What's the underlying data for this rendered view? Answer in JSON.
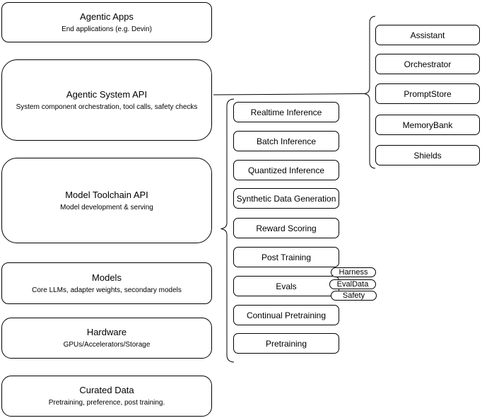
{
  "left_stack": [
    {
      "title": "Agentic Apps",
      "subtitle": "End applications (e.g. Devin)"
    },
    {
      "title": "Agentic System API",
      "subtitle": "System component orchestration, tool calls, safety checks"
    },
    {
      "title": "Model Toolchain API",
      "subtitle": "Model development & serving"
    },
    {
      "title": "Models",
      "subtitle": "Core LLMs, adapter weights, secondary models"
    },
    {
      "title": "Hardware",
      "subtitle": "GPUs/Accelerators/Storage"
    },
    {
      "title": "Curated Data",
      "subtitle": "Pretraining, preference, post training."
    }
  ],
  "toolchain_items": [
    "Realtime Inference",
    "Batch Inference",
    "Quantized Inference",
    "Synthetic Data Generation",
    "Reward Scoring",
    "Post Training",
    "Evals",
    "Continual Pretraining",
    "Pretraining"
  ],
  "eval_pills": [
    "Harness",
    "EvalData",
    "Safety"
  ],
  "system_components": [
    "Assistant",
    "Orchestrator",
    "PromptStore",
    "MemoryBank",
    "Shields"
  ],
  "colors": {
    "stroke": "#000000",
    "fill": "#ffffff",
    "text": "#000000"
  }
}
